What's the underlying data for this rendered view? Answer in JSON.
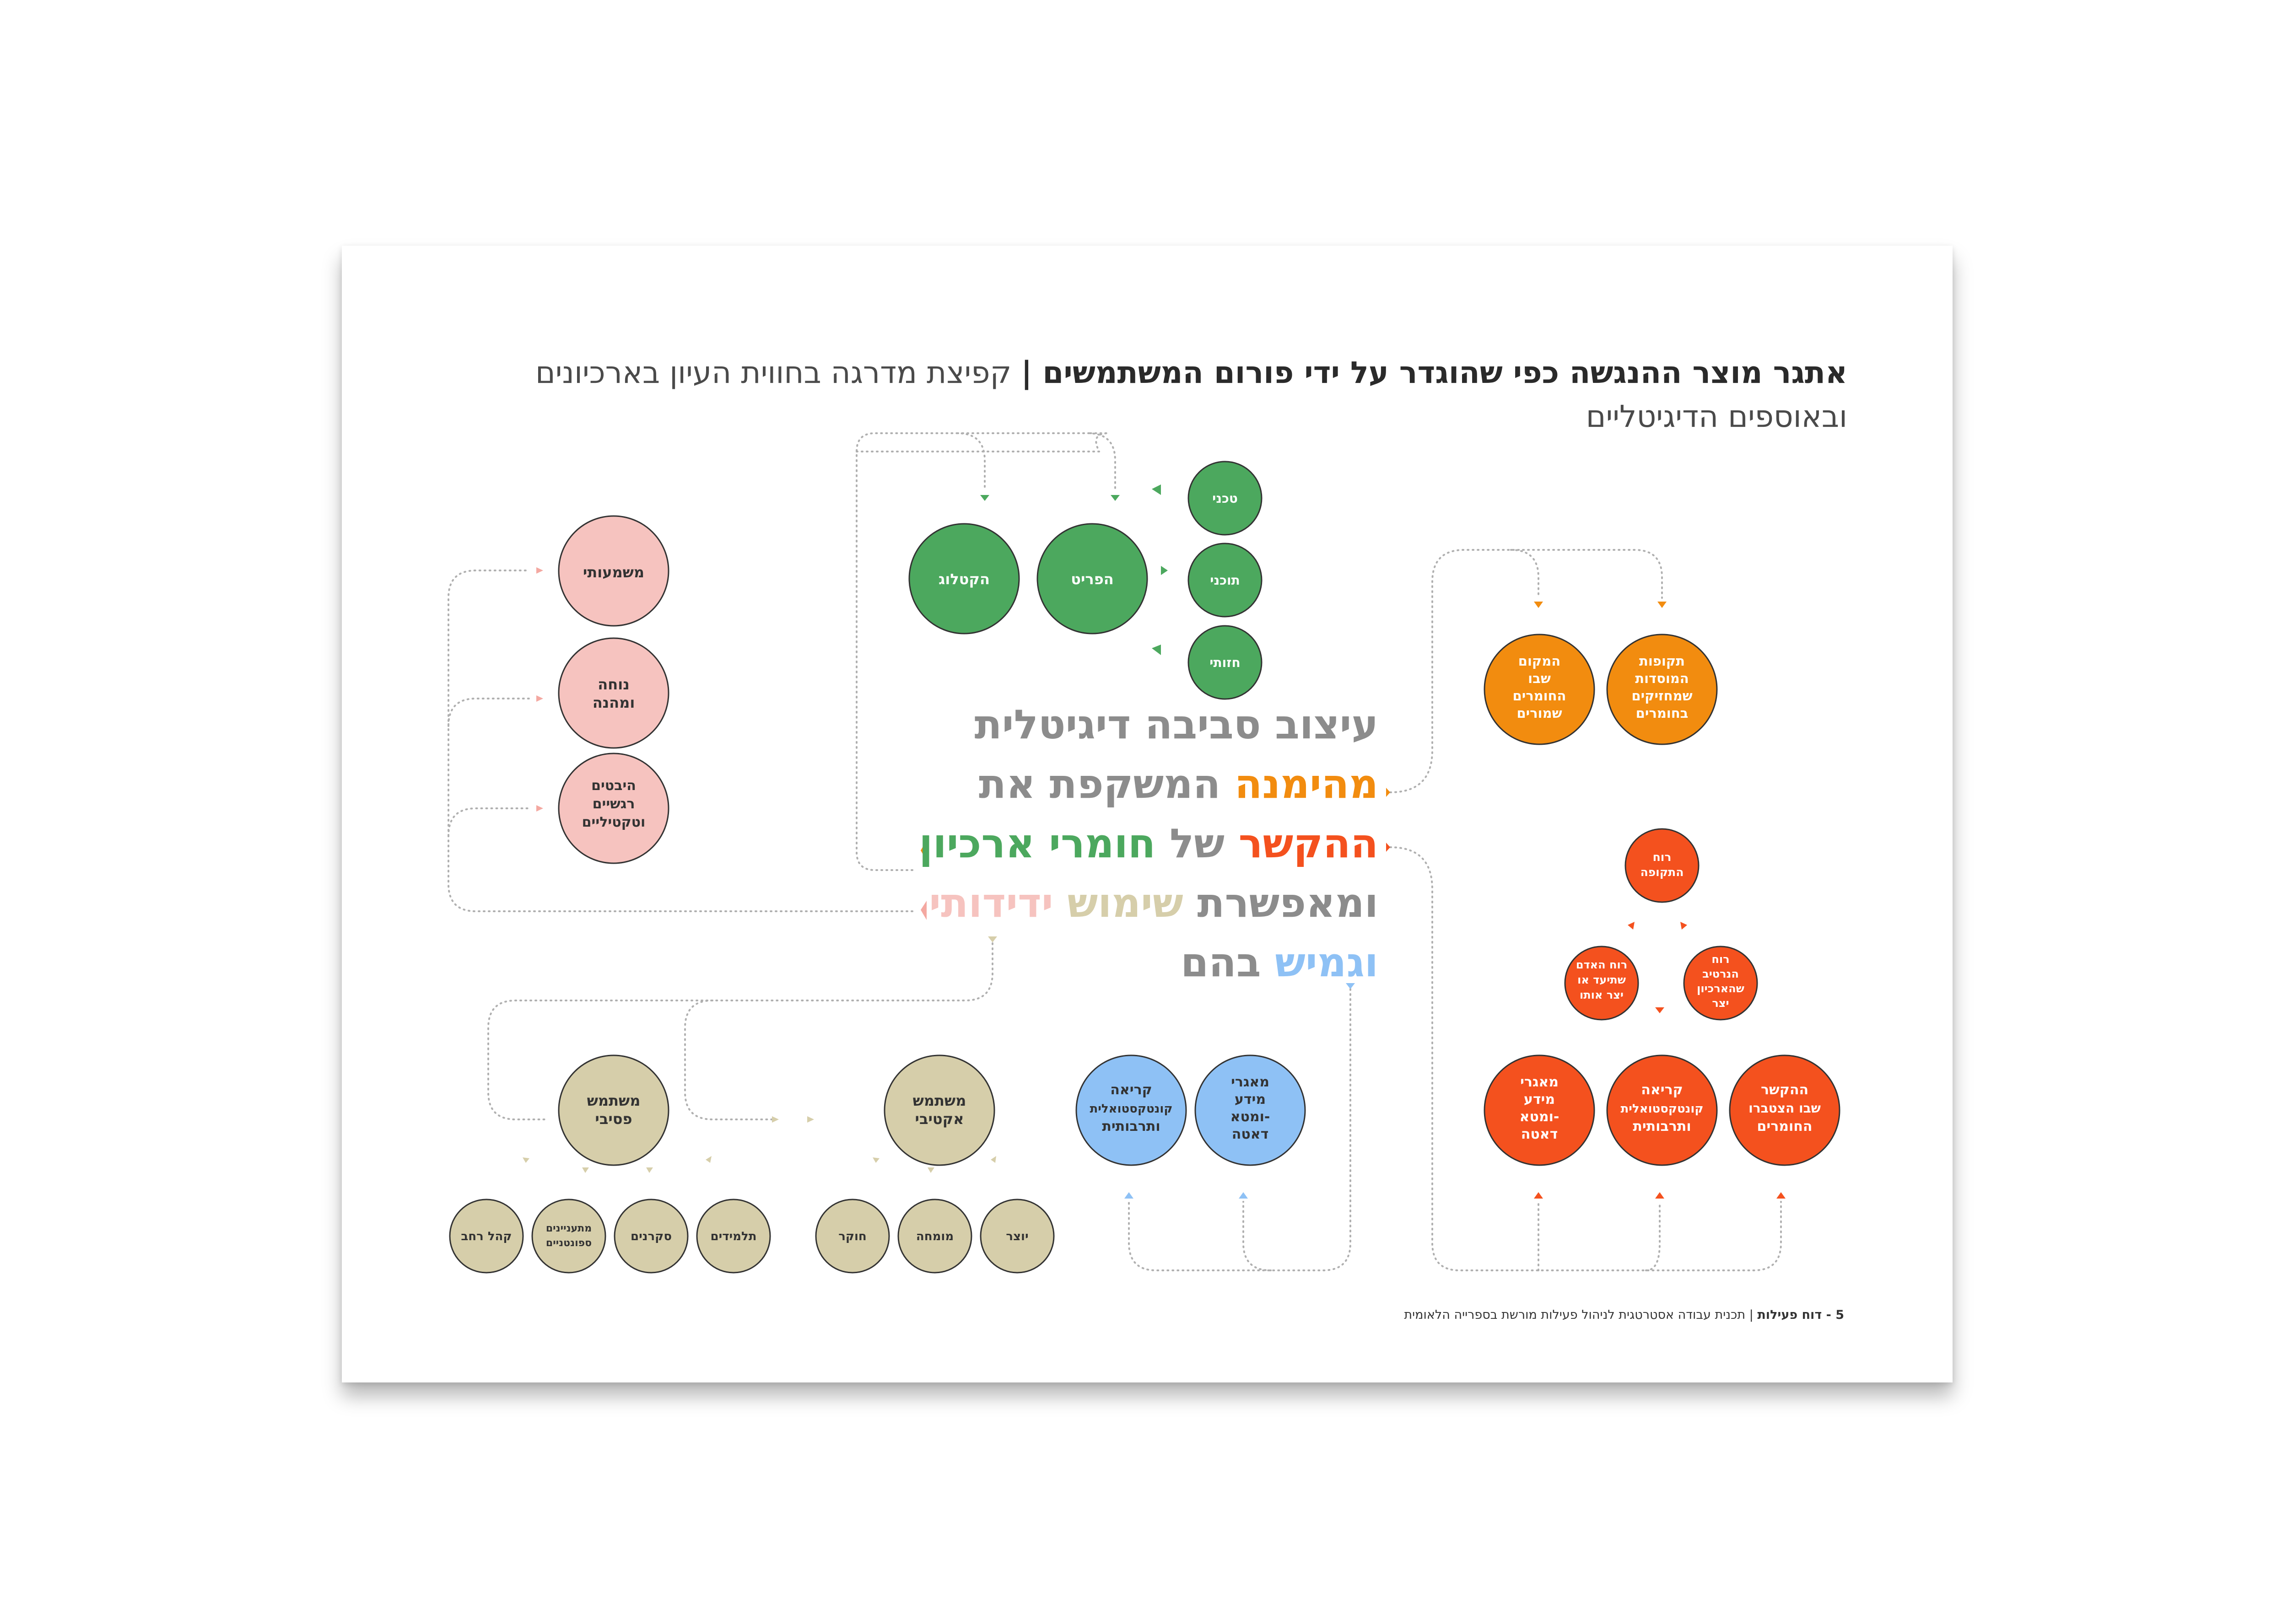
{
  "title": {
    "bold": "אתגר מוצר ההנגשה כפי שהוגדר על ידי פורום המשתמשים |",
    "regular": "קפיצת מדרגה בחווית העיון בארכיונים ובאוספים הדיגיטליים"
  },
  "colors": {
    "green": "#4ca85e",
    "orange_amber": "#f28c0f",
    "red_orange": "#f4511e",
    "pink": "#f6c3bf",
    "khaki": "#d6ceaa",
    "blue": "#8ec1f5",
    "gray_text": "#8c8c8c",
    "connector": "#b0b0b0"
  },
  "main_text": {
    "line1": "עיצוב סביבה דיגיטלית",
    "line2_highlight": "מהימנה",
    "line2_rest": "המשקפת את",
    "line3_highlight1": "ההקשר",
    "line3_mid": "של",
    "line3_highlight2": "חומרי ארכיון",
    "line4_start": "ומאפשרת",
    "line4_highlight1": "שימוש",
    "line4_highlight2": "ידידותי",
    "line5_highlight": "וגמיש",
    "line5_rest": "בהם"
  },
  "pink_nodes": [
    [
      "משמעותי"
    ],
    [
      "נוחה",
      "ומהנה"
    ],
    [
      "היבטים",
      "רגשיים",
      "וטקטיליים"
    ]
  ],
  "green_nodes": {
    "catalog": [
      "הקטלוג"
    ],
    "item": [
      "הפריט"
    ],
    "aspects": [
      [
        "טכני"
      ],
      [
        "תוכני"
      ],
      [
        "חזותי"
      ]
    ]
  },
  "amber_nodes": {
    "place": [
      "המקום",
      "שבו",
      "החומרים",
      "שמורים"
    ],
    "periods": [
      "תקופות",
      "המוסדות",
      "שמחזיקים",
      "בחומרים"
    ]
  },
  "red_nodes": {
    "zeitgeist": [
      "רוח",
      "התקופה"
    ],
    "person": [
      "רוח האדם",
      "שתיעד או",
      "יצר אותו"
    ],
    "narrative": [
      "רוח",
      "הנרטיב",
      "שהארכיון",
      "יצר"
    ],
    "metadata": [
      "מאגרי",
      "מידע",
      "ומטא-",
      "דאטה"
    ],
    "reading": [
      "קריאה",
      "קונטקסטואלית",
      "ותרבותית"
    ],
    "context": [
      "ההקשר",
      "שבו הצטברו",
      "החומרים"
    ]
  },
  "blue_nodes": {
    "reading": [
      "קריאה",
      "קונטקסטואלית",
      "ותרבותית"
    ],
    "metadata": [
      "מאגרי",
      "מידע",
      "ומטא-",
      "דאטה"
    ]
  },
  "khaki_nodes": {
    "passive_user": [
      "משתמש",
      "פסיבי"
    ],
    "active_user": [
      "משתמש",
      "אקטיבי"
    ],
    "audiences": [
      [
        "קהל רחב"
      ],
      [
        "מתעניינים",
        "ספונטניים"
      ],
      [
        "סקרנים"
      ],
      [
        "תלמידים"
      ],
      [
        "חוקר"
      ],
      [
        "מומחה"
      ],
      [
        "יוצר"
      ]
    ]
  },
  "footer": {
    "page": "5 - דוח פעילות",
    "text": "| תכנית עבודה אסטרטגית לניהול פעילות מורשת בספרייה הלאומית"
  }
}
